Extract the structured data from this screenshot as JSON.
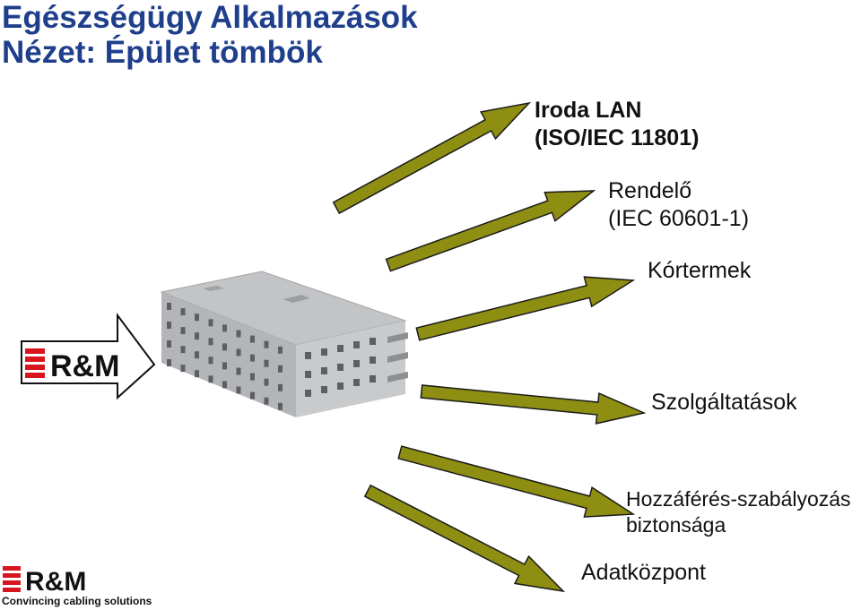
{
  "title": {
    "line1": "Egészségügy Alkalmazások",
    "line2": "Nézet: Épület tömbök"
  },
  "colors": {
    "title": "#1f3f8c",
    "arrow_fill": "#8e8e13",
    "arrow_stroke": "#1a1a1a",
    "brand_red": "#d8141e",
    "building": "#b9babd"
  },
  "labels": {
    "office_line1": "Iroda LAN",
    "office_line2": "(ISO/IEC 11801)",
    "practice_line1": "Rendelő",
    "practice_line2": "(IEC 60601-1)",
    "wards": "Kórtermek",
    "services": "Szolgáltatások",
    "access_line1": "Hozzáférés-szabályozás",
    "access_line2": "biztonsága",
    "datacenter": "Adatközpont"
  },
  "brand": {
    "logo_text": "R&M",
    "tagline": "Convincing cabling solutions"
  }
}
